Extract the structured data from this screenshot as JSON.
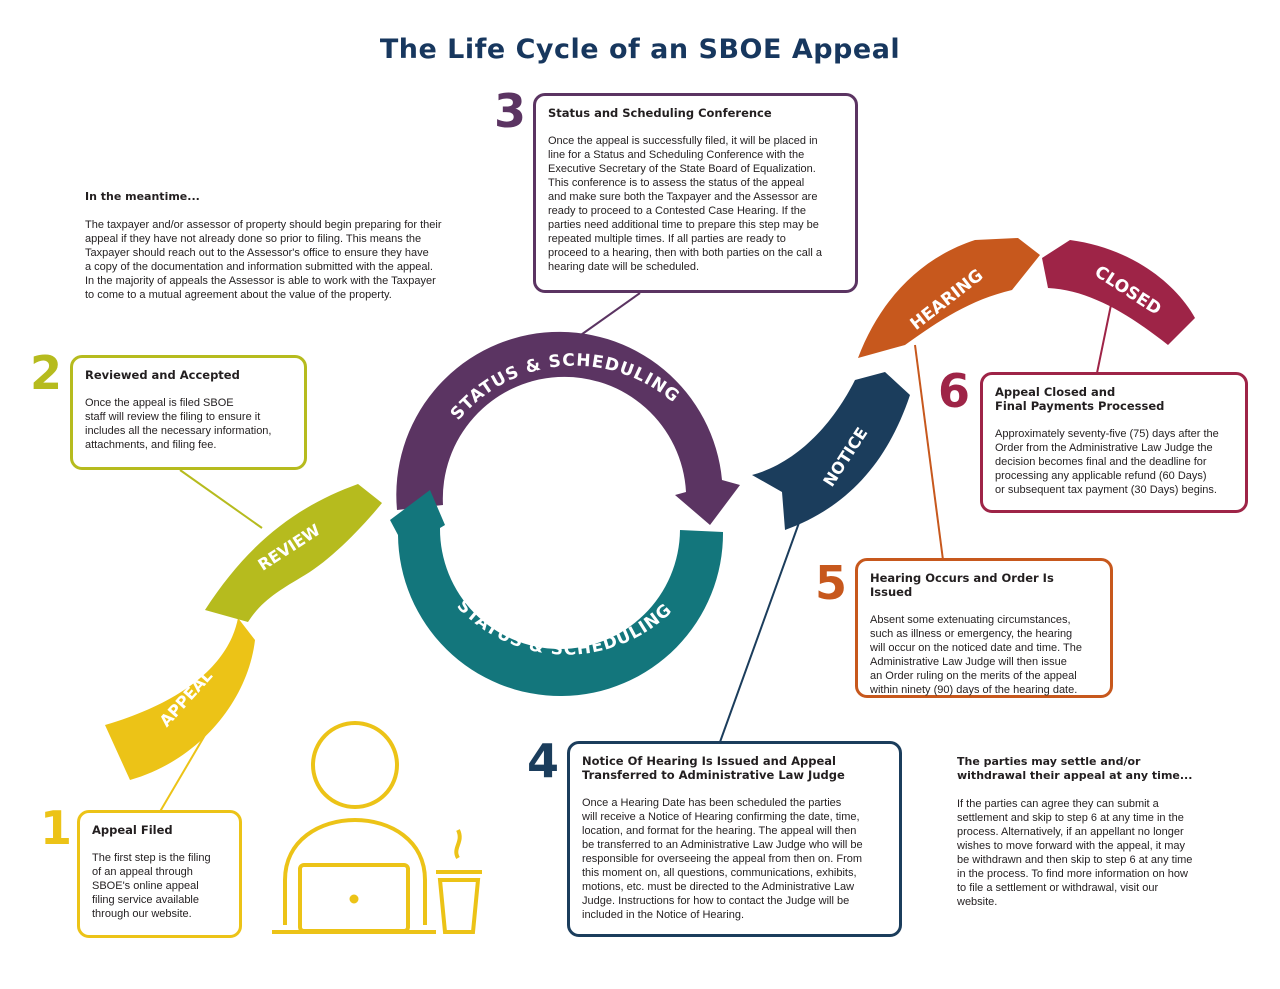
{
  "title": "The Life Cycle of an SBOE Appeal",
  "colors": {
    "title": "#17375e",
    "appeal": "#ecc317",
    "review": "#b6bb1e",
    "status_top": "#5b3462",
    "status_bottom": "#13767c",
    "notice": "#1b3d5c",
    "hearing": "#c7581d",
    "closed": "#9e2447",
    "step4": "#1b3d5c"
  },
  "meantime": {
    "heading": "In the meantime...",
    "body": "The taxpayer and/or assessor of property should begin preparing for their\nappeal if they have not already done so prior to filing. This means the\nTaxpayer should reach out to the Assessor's office to ensure they have\na copy of the documentation and information submitted with the appeal.\nIn the majority of appeals the Assessor is able to work with the Taxpayer\nto come to a mutual agreement about the value of the property."
  },
  "settle": {
    "heading": "The parties may settle and/or\nwithdrawal their appeal at any time...",
    "body": "If the parties can agree they can submit a\nsettlement and skip to step 6 at any time in the\nprocess. Alternatively, if an appellant no longer\nwishes to move forward with the appeal, it may\nbe withdrawn and then skip to step 6 at any time\nin the process. To find more information on how\nto file a settlement or withdrawal, visit our\nwebsite."
  },
  "steps": [
    {
      "number": "1",
      "title": "Appeal Filed",
      "body": "The first step is the filing\nof an appeal through\nSBOE's online appeal\nfiling service available\nthrough our website."
    },
    {
      "number": "2",
      "title": "Reviewed and Accepted",
      "body": "Once the appeal is filed SBOE\nstaff will review the filing to ensure it\nincludes all the necessary information,\nattachments, and filing fee."
    },
    {
      "number": "3",
      "title": "Status and Scheduling Conference",
      "body": "Once the appeal is successfully filed, it will be placed in\nline for a Status and Scheduling Conference with the\nExecutive Secretary of the State Board of Equalization.\nThis conference is to assess the status of the appeal\nand make sure both the Taxpayer and the Assessor are\nready to proceed to a Contested Case Hearing. If the\nparties need additional time to prepare this step may be\nrepeated multiple times. If all parties are ready to\nproceed to a hearing, then with both parties on the call a\nhearing date will be scheduled."
    },
    {
      "number": "4",
      "title": "Notice Of Hearing Is Issued and Appeal\nTransferred to Administrative Law Judge",
      "body": "Once a Hearing Date has been scheduled the parties\nwill receive a Notice of Hearing confirming the date, time,\nlocation, and format for the hearing. The appeal will then\nbe transferred to an Administrative Law Judge who will be\nresponsible for overseeing the appeal from then on. From\nthis moment on, all questions, communications, exhibits,\nmotions, etc. must be directed to the Administrative Law\nJudge. Instructions for how to contact the Judge will be\nincluded in the Notice of Hearing."
    },
    {
      "number": "5",
      "title": "Hearing Occurs and Order Is Issued",
      "body": "Absent some extenuating circumstances,\nsuch as illness or emergency, the hearing\nwill occur on the noticed date and time. The\nAdministrative Law Judge will then issue\nan Order ruling on the merits of the appeal\nwithin ninety (90) days of the hearing date."
    },
    {
      "number": "6",
      "title": "Appeal Closed and\nFinal Payments Processed",
      "body": "Approximately seventy-five (75) days after the\nOrder from the Administrative Law Judge the\ndecision becomes final and the deadline for\nprocessing any applicable refund (60 Days)\nor subsequent tax payment (30 Days) begins."
    }
  ],
  "arrows": {
    "appeal": "APPEAL",
    "review": "REVIEW",
    "status_top": "STATUS & SCHEDULING",
    "status_bottom": "STATUS & SCHEDULING",
    "notice": "NOTICE",
    "hearing": "HEARING",
    "closed": "CLOSED"
  },
  "icons": {
    "person": "person-at-laptop-icon",
    "coffee": "coffee-cup-icon"
  }
}
